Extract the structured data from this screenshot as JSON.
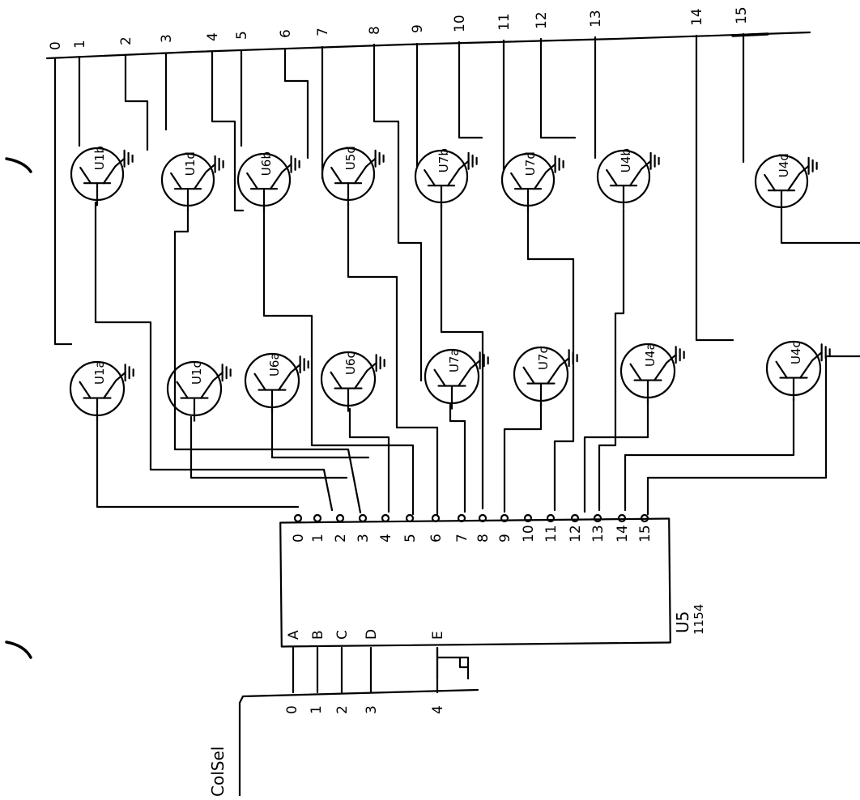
{
  "bus_lines": [
    "0",
    "1",
    "2",
    "3",
    "4",
    "5",
    "6",
    "7",
    "8",
    "9",
    "10",
    "11",
    "12",
    "13",
    "14",
    "15"
  ],
  "transistors_top": [
    "U1b",
    "U1d",
    "U6b",
    "U5d",
    "U7b",
    "U7d",
    "U4b",
    "U4d"
  ],
  "transistors_bottom": [
    "U1a",
    "U1c",
    "U6a",
    "U6c",
    "U7a",
    "U7c",
    "U4a",
    "U4c"
  ],
  "decoder": {
    "ref": "U5",
    "part": "1154",
    "outputs": [
      "0",
      "1",
      "2",
      "3",
      "4",
      "5",
      "6",
      "7",
      "8",
      "9",
      "10",
      "11",
      "12",
      "13",
      "14",
      "15"
    ],
    "inputs": [
      "A",
      "B",
      "C",
      "D",
      "E"
    ]
  },
  "colsel": {
    "label": "ColSel",
    "lines": [
      "0",
      "1",
      "2",
      "3",
      "4"
    ]
  },
  "colors": {
    "ink": "#000000",
    "paper": "#ffffff"
  }
}
